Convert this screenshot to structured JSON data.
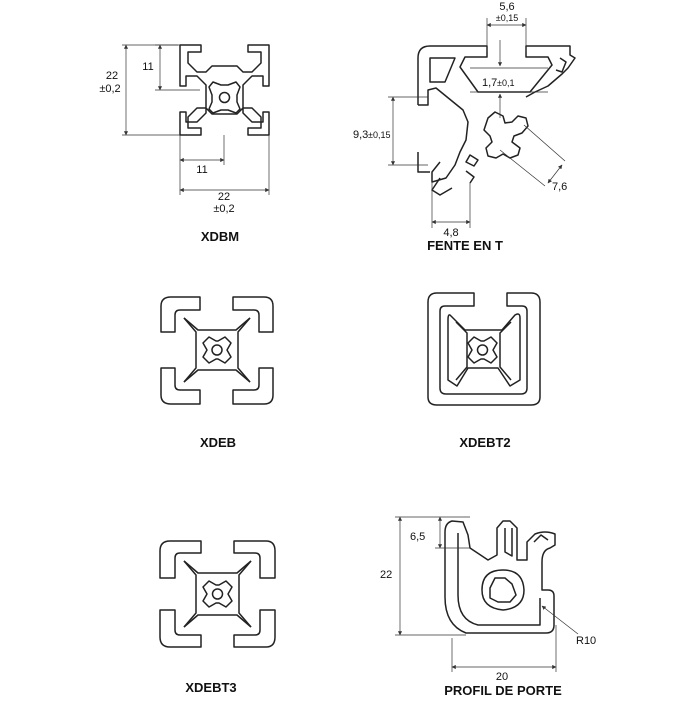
{
  "labels": {
    "xdbm": "XDBM",
    "fente": "FENTE EN T",
    "xdeb": "XDEB",
    "xdebt2": "XDEBT2",
    "xdebt3": "XDEBT3",
    "porte": "PROFIL DE PORTE"
  },
  "dims": {
    "xdbm_h22": "22",
    "xdbm_h22_tol": "±0,2",
    "xdbm_h11": "11",
    "xdbm_w11": "11",
    "xdbm_w22": "22",
    "xdbm_w22_tol": "±0,2",
    "slot_w": "5,6",
    "slot_w_tol": "±0,15",
    "slot_depth": "1,7",
    "slot_depth_tol": "±0,1",
    "slot_h": "9,3",
    "slot_h_tol": "±0,15",
    "slot_diag": "7,6",
    "slot_4_8": "4,8",
    "door_6_5": "6,5",
    "door_22": "22",
    "door_r10": "R10",
    "door_20": "20"
  }
}
